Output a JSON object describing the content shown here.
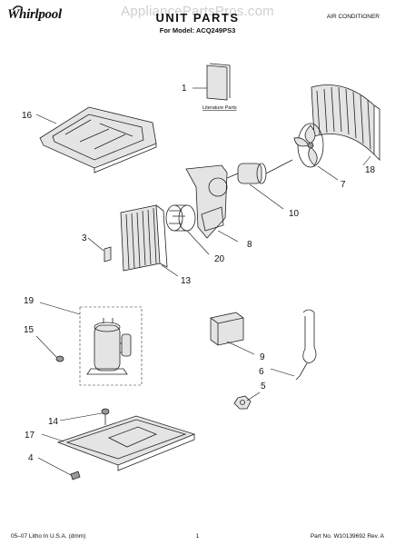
{
  "header": {
    "brand": "Whirlpool",
    "watermark": "AppliancePartsPros.com",
    "title": "UNIT PARTS",
    "model": "For Model: ACQ249PS3",
    "category": "AIR CONDITIONER"
  },
  "diagram": {
    "literature_label": "Literature Parts",
    "callouts": [
      "1",
      "16",
      "18",
      "7",
      "10",
      "8",
      "20",
      "3",
      "13",
      "19",
      "15",
      "9",
      "6",
      "5",
      "14",
      "17",
      "4"
    ]
  },
  "footer": {
    "left": "05–07 Litho In U.S.A. (dmm)",
    "center": "1",
    "right": "Part No. W10139692 Rev. A"
  }
}
